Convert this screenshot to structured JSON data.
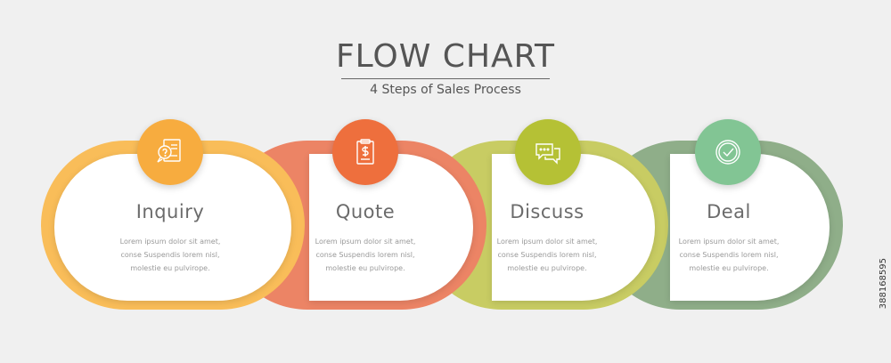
{
  "header": {
    "title": "FLOW CHART",
    "subtitle": "4 Steps of Sales Process"
  },
  "steps": [
    {
      "title": "Inquiry",
      "icon": "question-document-icon",
      "color": "#f7ac3f",
      "ring_color": "#f9bd59",
      "desc": [
        "Lorem ipsum dolor sit amet,",
        "conse Suspendis lorem nisl,",
        "molestie eu pulvirope."
      ]
    },
    {
      "title": "Quote",
      "icon": "dollar-clipboard-icon",
      "color": "#ee6f3d",
      "ring_color": "#ec8465",
      "desc": [
        "Lorem ipsum dolor sit amet,",
        "conse Suspendis lorem nisl,",
        "molestie eu pulvirope."
      ]
    },
    {
      "title": "Discuss",
      "icon": "chat-bubbles-icon",
      "color": "#b5c135",
      "ring_color": "#c8cc63",
      "desc": [
        "Lorem ipsum dolor sit amet,",
        "conse Suspendis lorem nisl,",
        "molestie eu pulvirope."
      ]
    },
    {
      "title": "Deal",
      "icon": "checkmark-circle-icon",
      "color": "#82c594",
      "ring_color": "#8fae89",
      "desc": [
        "Lorem ipsum dolor sit amet,",
        "conse Suspendis lorem nisl,",
        "molestie eu pulvirope."
      ]
    }
  ],
  "watermark": "388168595"
}
